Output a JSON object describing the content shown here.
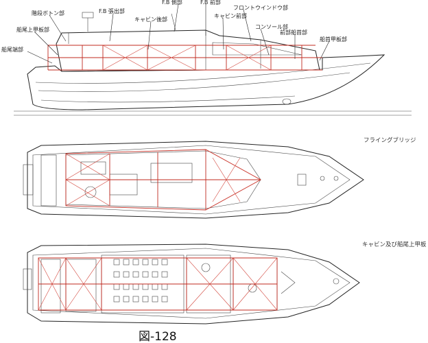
{
  "profile_labels": [
    {
      "id": "p1",
      "text": "船尾端部"
    },
    {
      "id": "p2",
      "text": "船尾上甲板部"
    },
    {
      "id": "p3",
      "text": "階段ボトン部"
    },
    {
      "id": "p4",
      "text": "F.B 張出部"
    },
    {
      "id": "p5",
      "text": "キャビン後部"
    },
    {
      "id": "p6",
      "text": "F.B 側部"
    },
    {
      "id": "p7",
      "text": "F.B 前部"
    },
    {
      "id": "p8",
      "text": "キャビン前部"
    },
    {
      "id": "p9",
      "text": "フロントウインドウ部"
    },
    {
      "id": "p10",
      "text": "コンソール部"
    },
    {
      "id": "p11",
      "text": "前部船首部"
    },
    {
      "id": "p12",
      "text": "船首甲板部"
    }
  ],
  "views": {
    "flybridge": "フライングブリッジ",
    "cabin": "キャビン及び船尾上甲板"
  },
  "caption": "図-128",
  "colors": {
    "marking": "#c0281e",
    "outline": "#222222"
  }
}
